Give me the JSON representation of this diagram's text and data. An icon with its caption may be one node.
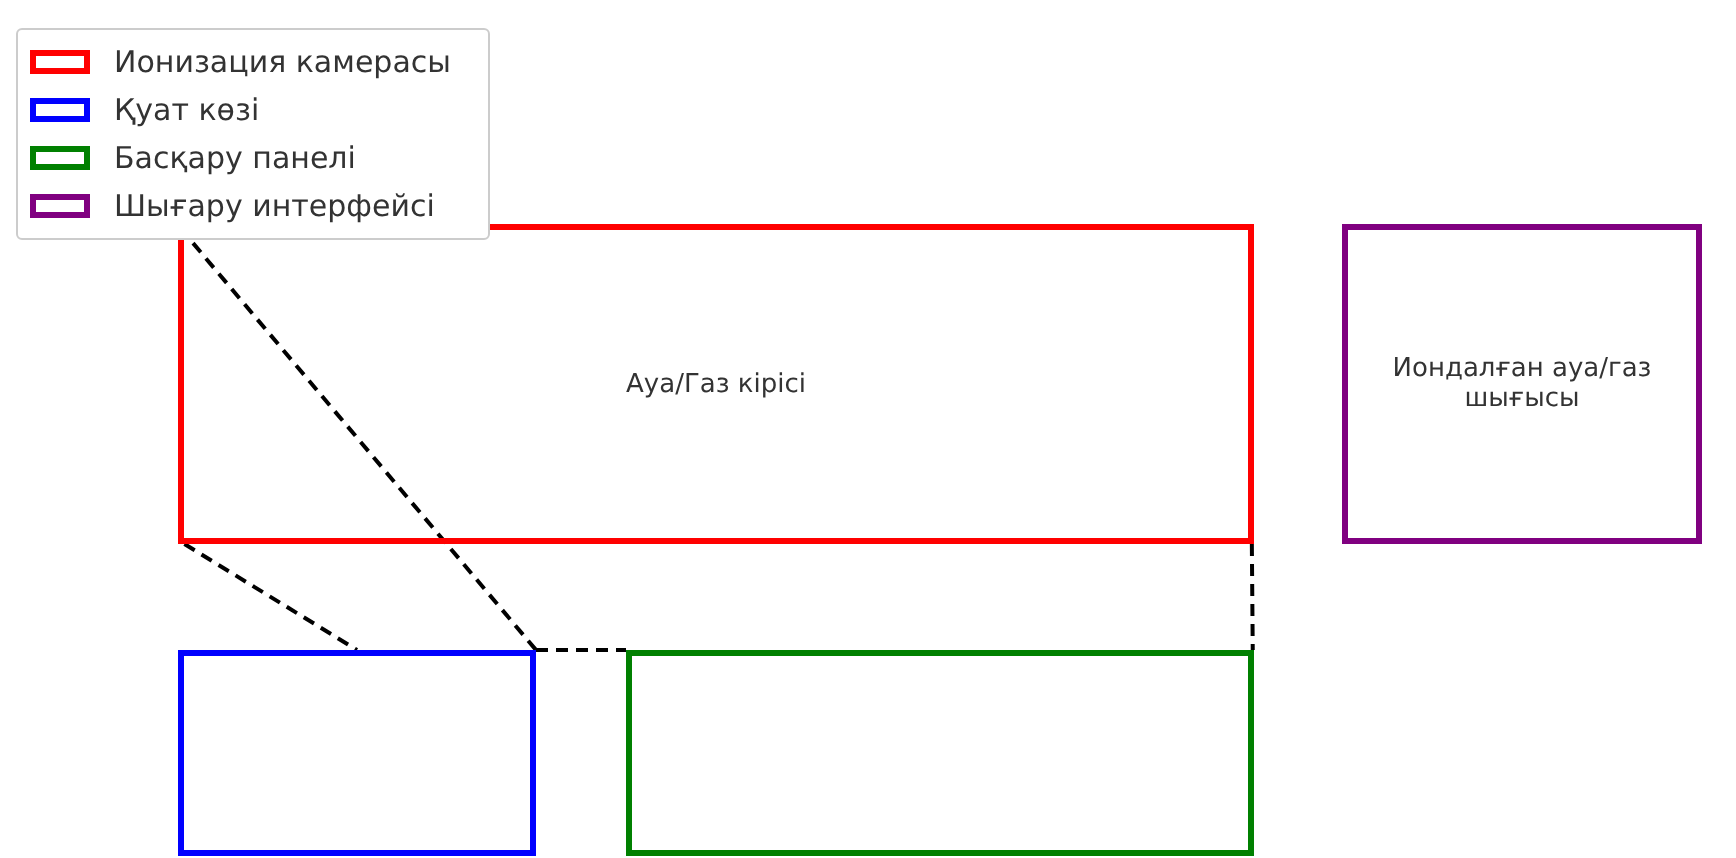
{
  "diagram": {
    "nodes": [
      {
        "text": [
          "Ауа/Газ кірісі"
        ]
      },
      {
        "text": [
          "Иондалған ауа/газ шығысы"
        ]
      },
      {
        "text": [],
        "shape": "box"
      },
      {
        "text": [],
        "shape": "box"
      }
    ],
    "edges": [
      {
        "from": 0,
        "to": 2,
        "arrow": "none",
        "style": "dashed"
      },
      {
        "from": 0,
        "to": 2,
        "arrow": "none",
        "style": "dashed"
      },
      {
        "from": 2,
        "to": 3,
        "arrow": "none",
        "style": "dashed"
      },
      {
        "from": 0,
        "to": 3,
        "arrow": "none",
        "style": "dashed"
      }
    ],
    "legend": [
      {
        "text": "Ионизация камерасы",
        "color": "#ff0000"
      },
      {
        "text": "Қуат көзі",
        "color": "#0000ff"
      },
      {
        "text": "Басқару панелі",
        "color": "#008000"
      },
      {
        "text": "Шығару интерфейсі",
        "color": "#800080"
      }
    ]
  }
}
